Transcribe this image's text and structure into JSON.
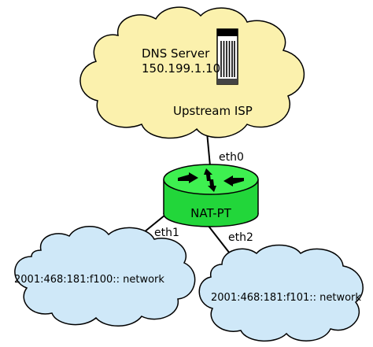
{
  "clouds": {
    "upstream": {
      "title": "DNS Server",
      "ip": "150.199.1.10",
      "label": "Upstream ISP",
      "fill": "#fbf1ad"
    },
    "left_network": {
      "label": "2001:468:181:f100:: network",
      "fill": "#cfe8f8"
    },
    "right_network": {
      "label": "2001:468:181:f101:: network",
      "fill": "#cfe8f8"
    }
  },
  "router": {
    "label": "NAT-PT",
    "fill": "#22d63a",
    "icon": "router-icon"
  },
  "server": {
    "icon": "server-tower-icon"
  },
  "interfaces": {
    "eth0": "eth0",
    "eth1": "eth1",
    "eth2": "eth2"
  }
}
